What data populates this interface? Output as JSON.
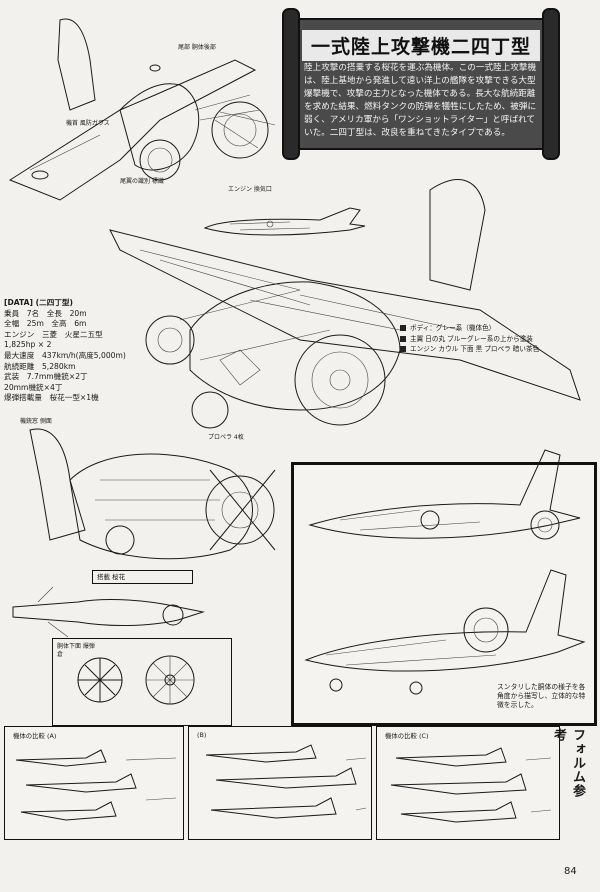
{
  "scroll": {
    "title": "一式陸上攻撃機二四丁型",
    "body": "陸上攻撃の搭乗する桜花を運ぶ為機体。この一式陸上攻撃機は、陸上基地から発進して遠い洋上の艦隊を攻撃できる大型爆撃機で、攻撃の主力となった機体である。長大な航続距離を求めた結果、燃料タンクの防弾を犠牲にしたため、被弾に弱く、アメリカ軍から「ワンショットライター」と呼ばれていた。二四丁型は、改良を重ねてきたタイプである。"
  },
  "spec": {
    "heading": "[DATA] (二四丁型)",
    "rows": [
      "乗員　7名　全長　20m",
      "全幅　25m　全高　6m",
      "エンジン　三菱　火星二五型",
      "1,825hp × 2",
      "最大速度　437km/h(高度5,000m)",
      "航続距離　5,280km",
      "武装　7.7mm機銃×2丁",
      "20mm機銃×4丁",
      "爆弾搭載量　桜花一型×1機"
    ]
  },
  "legend": {
    "items": [
      "ボディ：グレー系（機体色）",
      "主翼 日の丸 ブルーグレー系の上から塗装",
      "エンジン カウル 下面 黒 プロペラ 暗い茶色"
    ]
  },
  "callouts": {
    "c1": "尾部 胴体後部",
    "c2": "機首 風防ガラス",
    "c3": "尾翼の識別 標識",
    "c4": "エンジン 換気口",
    "c5": "プロペラ 4枚",
    "c6": "機銃窓 側面",
    "c7": "搭載 桜花",
    "c8": "胴体下面 爆弾倉"
  },
  "panel": {
    "caption": "スンタリした胴体の様子を各角度から描写し、立体的な特徴を示した。"
  },
  "bottom": {
    "labels": [
      "機体の比較 (A)",
      "(B)",
      "機体の比較 (C)"
    ]
  },
  "side_title": "フォルム参考",
  "page_number": "84"
}
